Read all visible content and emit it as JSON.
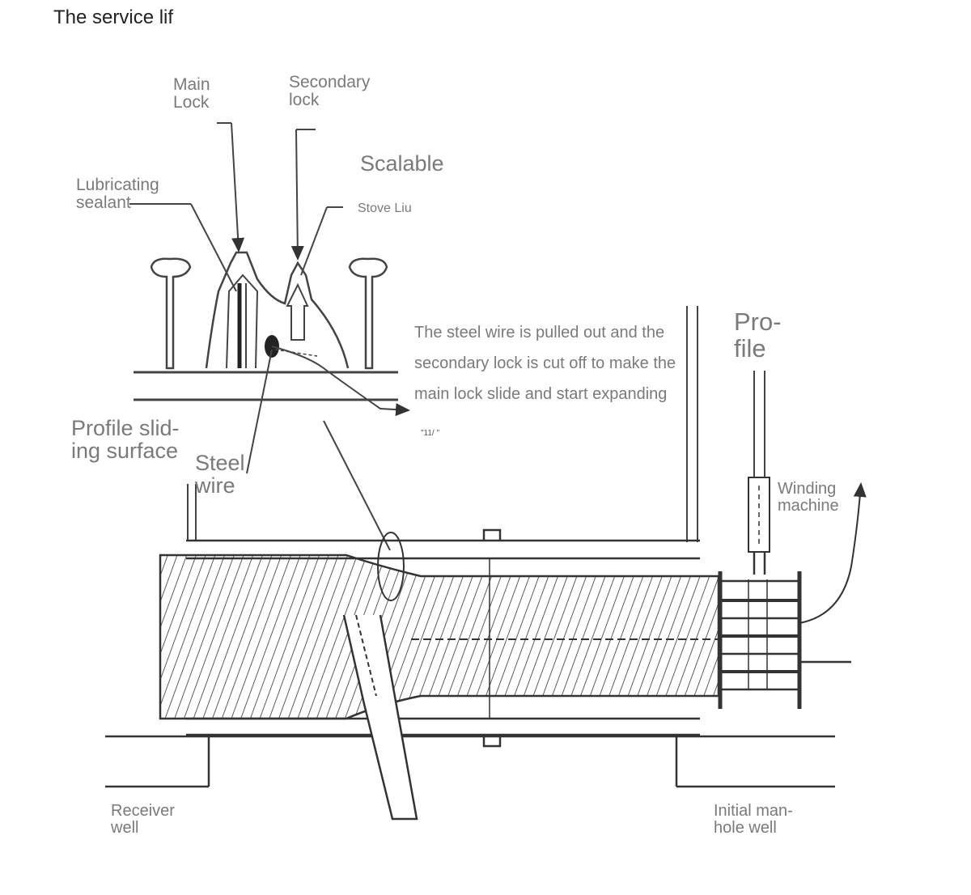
{
  "title": "The service lif",
  "labels": {
    "main_lock": "Main\nLock",
    "secondary_lock": "Secondary\nlock",
    "scalable": "Scalable",
    "stove_liu": "Stove Liu",
    "lubricating_sealant": "Lubricating\nsealant",
    "profile_sliding_surface": "Profile slid-\ning surface",
    "steel_wire": "Steel\nwire",
    "profile": "Pro-\nfile",
    "winding_machine": "Winding\nmachine",
    "receiver_well": "Receiver\nwell",
    "initial_manhole_well": "Initial man-\nhole well"
  },
  "note_lines": [
    "The steel wire is pulled out and the",
    "secondary lock is cut off to make the",
    "main lock slide and start expanding"
  ]
}
